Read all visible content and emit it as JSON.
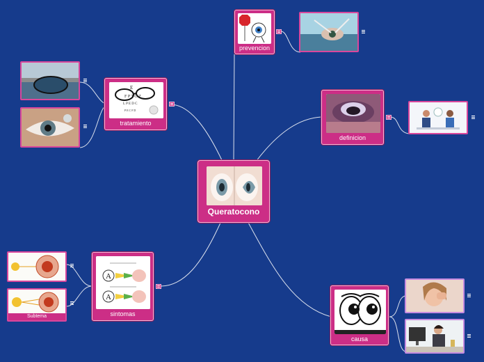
{
  "map": {
    "central": {
      "label": "Queratocono"
    },
    "nodes": {
      "prevencion": {
        "label": "prevencion"
      },
      "tratamiento": {
        "label": "tratamiento"
      },
      "definicion": {
        "label": "definicion"
      },
      "sintomas": {
        "label": "sintomas"
      },
      "causa": {
        "label": "causa"
      }
    },
    "thumbs": {
      "subtema_caption": "Subtema"
    }
  }
}
